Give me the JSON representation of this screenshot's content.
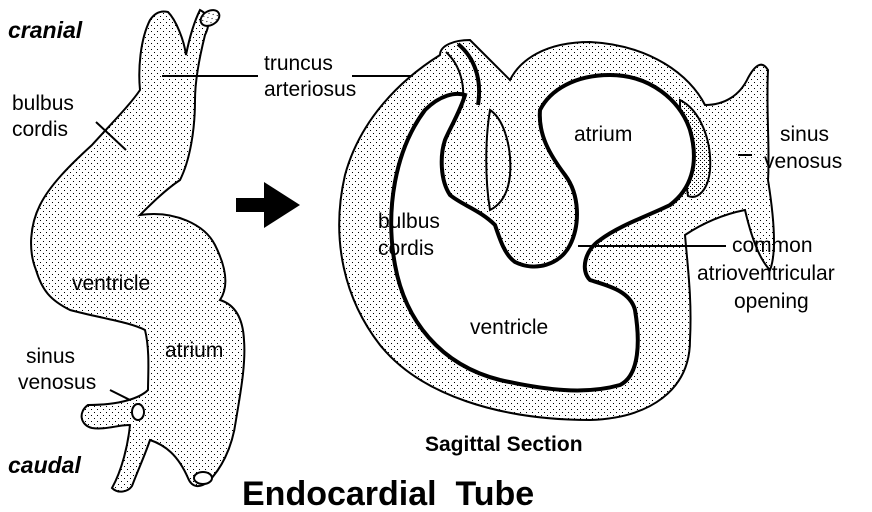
{
  "orientation": {
    "cranial": "cranial",
    "caudal": "caudal"
  },
  "left_labels": {
    "bulbus_cordis": [
      "bulbus",
      "cordis"
    ],
    "ventricle": "ventricle",
    "atrium": "atrium",
    "sinus_venosus": [
      "sinus",
      "venosus"
    ]
  },
  "shared_labels": {
    "truncus_arteriosus": [
      "truncus",
      "arteriosus"
    ]
  },
  "right_labels": {
    "atrium": "atrium",
    "sinus_venosus": [
      "sinus",
      "venosus"
    ],
    "bulbus_cordis": [
      "bulbus",
      "cordis"
    ],
    "common_av_opening": [
      "common",
      "atrioventricular",
      "opening"
    ],
    "ventricle": "ventricle"
  },
  "subtitle": "Sagittal Section",
  "title": "Endocardial  Tube",
  "colors": {
    "ink": "#000000",
    "background": "#ffffff"
  },
  "icons": {
    "arrow": "right-arrow-icon"
  }
}
